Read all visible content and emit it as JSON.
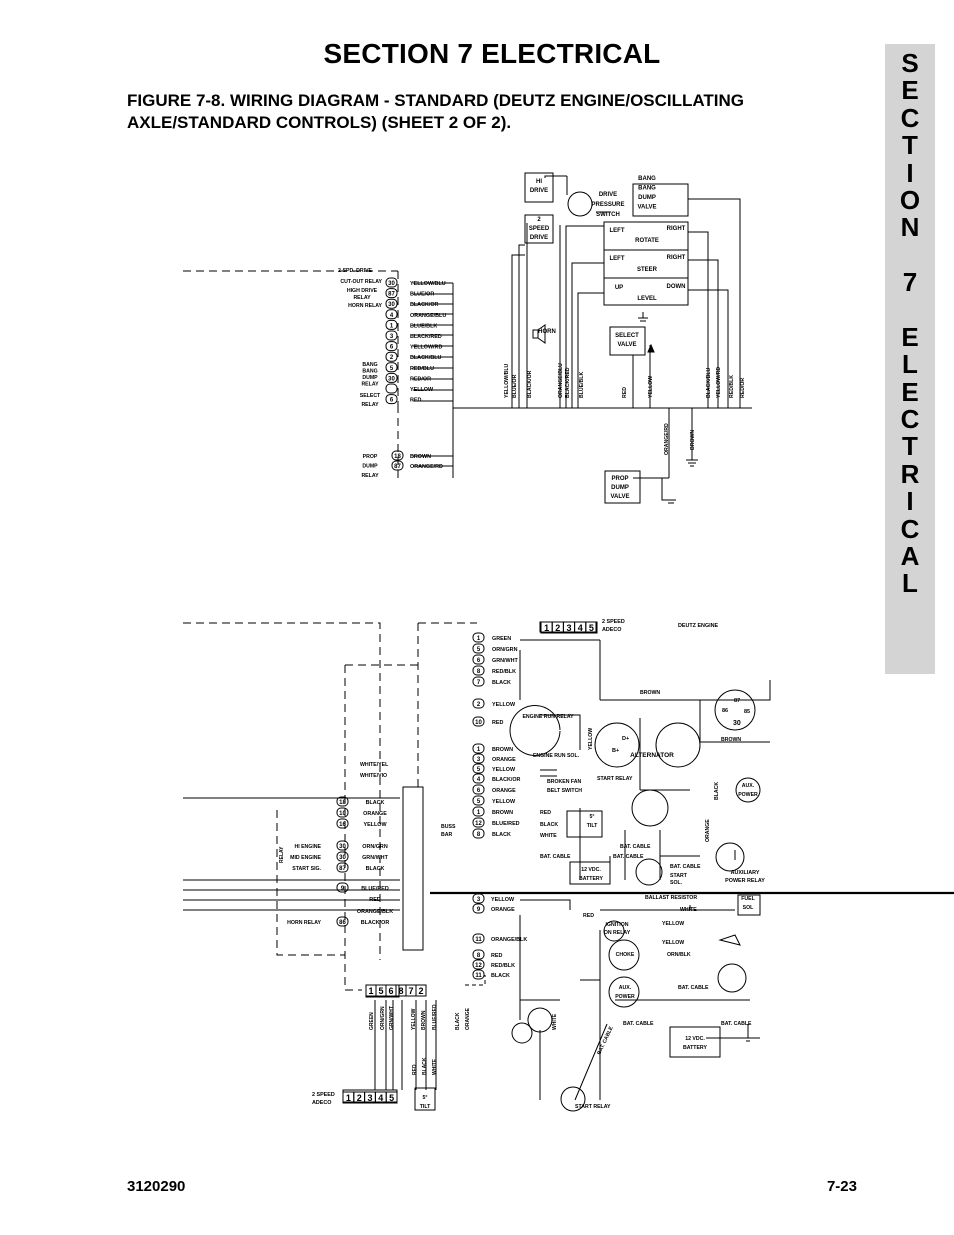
{
  "header": {
    "section_title": "SECTION 7  ELECTRICAL",
    "figure_caption_line1": "FIGURE 7-8.    WIRING DIAGRAM - STANDARD (DEUTZ ENGINE/OSCILLATING",
    "figure_caption_line2": "AXLE/STANDARD CONTROLS) (SHEET 2 OF 2)."
  },
  "side_tab": {
    "letters": [
      "S",
      "E",
      "C",
      "T",
      "I",
      "O",
      "N",
      "",
      "7",
      "",
      "E",
      "L",
      "E",
      "C",
      "T",
      "R",
      "I",
      "C",
      "A",
      "L"
    ]
  },
  "footer": {
    "doc_number": "3120290",
    "page_number": "7-23"
  },
  "diagram": {
    "components": {
      "hi_drive": [
        "HI",
        "DRIVE"
      ],
      "drive_pressure_switch": [
        "DRIVE",
        "PRESSURE",
        "SWITCH"
      ],
      "bang_bang": [
        "BANG",
        "BANG",
        "DUMP",
        "VALVE"
      ],
      "two_speed_drive": [
        "2",
        "SPEED",
        "DRIVE"
      ],
      "left": "LEFT",
      "right": "RIGHT",
      "rotate": "ROTATE",
      "steer": "STEER",
      "up": "UP",
      "down": "DOWN",
      "level": "LEVEL",
      "horn": "HORN",
      "select_valve": [
        "SELECT",
        "VALVE"
      ],
      "prop_dump_valve": [
        "PROP",
        "DUMP",
        "VALVE"
      ]
    },
    "relay_labels": {
      "two_spd_drive": "2-SPD. DRIVE",
      "cutout_relay": "CUT-OUT RELAY",
      "high_drive_relay": [
        "HIGH DRIVE",
        "RELAY"
      ],
      "horn_relay": "HORN RELAY",
      "bang_bang_dump_relay": [
        "BANG",
        "BANG",
        "DUMP",
        "RELAY"
      ],
      "select_relay": [
        "SELECT",
        "RELAY"
      ],
      "prop_dump_relay": [
        "PROP",
        "DUMP",
        "RELAY"
      ]
    },
    "upper_terminals": [
      {
        "num": "30",
        "wire": "YELLOW/BLU"
      },
      {
        "num": "87",
        "wire": "BLUE/OR"
      },
      {
        "num": "30",
        "wire": "BLACK/OR"
      },
      {
        "num": "4",
        "wire": "ORANGE/BLU"
      },
      {
        "num": "1",
        "wire": "BLUE/BLK"
      },
      {
        "num": "3",
        "wire": "BLACK/RED"
      },
      {
        "num": "6",
        "wire": "YELLOW/RD"
      },
      {
        "num": "2",
        "wire": "BLACK/BLU"
      },
      {
        "num": "5",
        "wire": "RED/BLU"
      },
      {
        "num": "30",
        "wire": "RED/OR"
      },
      {
        "num": "",
        "wire": "YELLOW"
      },
      {
        "num": "6",
        "wire": "RED"
      }
    ],
    "prop_terminals": [
      {
        "num": "18",
        "wire": "BROWN"
      },
      {
        "num": "87",
        "wire": "ORANGE/RD"
      }
    ],
    "vertical_wires_upper": [
      "YELLOW/BLU",
      "BLUE/OR",
      "BLACK/OR",
      "ORANGE/BLU",
      "BLACK/RED",
      "BLUE/BLK",
      "RED",
      "YELLOW",
      "BLACK/BLU",
      "YELLOW/RD",
      "RED/BLK",
      "RED/OR"
    ],
    "vertical_wires_mid": [
      "ORANGE/RD",
      "BROWN"
    ],
    "adeco_top": {
      "digits": [
        "1",
        "2",
        "3",
        "4",
        "5"
      ],
      "label": [
        "2 SPEED",
        "ADECO"
      ]
    },
    "deutz_engine": "DEUTZ ENGINE",
    "harness_terminals": [
      {
        "num": "1",
        "wire": "GREEN"
      },
      {
        "num": "5",
        "wire": "ORN/GRN"
      },
      {
        "num": "6",
        "wire": "GRN/WHT"
      },
      {
        "num": "8",
        "wire": "RED/BLK"
      },
      {
        "num": "7",
        "wire": "BLACK"
      },
      {
        "num": "2",
        "wire": "YELLOW"
      },
      {
        "num": "10",
        "wire": "RED"
      },
      {
        "num": "1",
        "wire": "BROWN"
      },
      {
        "num": "3",
        "wire": "ORANGE"
      },
      {
        "num": "5",
        "wire": "YELLOW"
      },
      {
        "num": "4",
        "wire": "BLACK/OR"
      },
      {
        "num": "6",
        "wire": "ORANGE"
      },
      {
        "num": "5",
        "wire": "YELLOW"
      },
      {
        "num": "1",
        "wire": "BROWN"
      },
      {
        "num": "12",
        "wire": "BLUE/RED"
      },
      {
        "num": "8",
        "wire": "BLACK"
      }
    ],
    "engine_labels": {
      "engine_run_relay": "ENGINE RUN RELAY",
      "engine_run_sol": "ENGINE RUN SOL.",
      "alternator": "ALTERNATOR",
      "broken_fan": [
        "BROKEN FAN",
        "BELT SWITCH"
      ],
      "start_relay": "START RELAY",
      "aux_power": [
        "AUX.",
        "POWER"
      ],
      "tilt": [
        "5°",
        "TILT"
      ],
      "battery": [
        "12 VDC.",
        "BATTERY"
      ],
      "bat_cable": "BAT. CABLE",
      "start_sol": [
        "START",
        "SOL."
      ],
      "aux_power_relay": [
        "AUXILIARY",
        "POWER RELAY"
      ],
      "brown": "BROWN",
      "red_arrow": "RED",
      "black_arrow": "BLACK",
      "white_arrow": "WHITE",
      "yellow_v": "YELLOW",
      "black_v": "BLACK",
      "orange_v": "ORANGE"
    },
    "relay_contacts": [
      "87",
      "86",
      "85",
      "30",
      "B+",
      "D+"
    ],
    "buss_bar": [
      "BUSS",
      "BAR"
    ],
    "left_labels": [
      {
        "num": "18",
        "wire": "BLACK"
      },
      {
        "num": "10",
        "wire": "ORANGE"
      },
      {
        "num": "16",
        "wire": "YELLOW"
      },
      {
        "num": "30",
        "wire": "ORN/GRN",
        "label": "HI ENGINE"
      },
      {
        "num": "30",
        "wire": "GRN/WHT",
        "label": "MID ENGINE"
      },
      {
        "num": "87",
        "wire": "BLACK",
        "label": "START SIG."
      },
      {
        "num": "9",
        "wire": "BLUE/RED"
      },
      {
        "num": "",
        "wire": "RED"
      },
      {
        "num": "",
        "wire": "ORANGE/BLK"
      },
      {
        "num": "86",
        "wire": "BLACK/OR",
        "label": "HORN RELAY"
      }
    ],
    "relay_vertical": "RELAY",
    "white_yel": "WHITE/YEL",
    "white_vio": "WHITE/VIO",
    "lower_right_terminals": [
      {
        "num": "3",
        "wire": "YELLOW"
      },
      {
        "num": "9",
        "wire": "ORANGE"
      },
      {
        "num": "11",
        "wire": "ORANGE/BLK"
      },
      {
        "num": "8",
        "wire": "RED"
      },
      {
        "num": "12",
        "wire": "RED/BLK"
      },
      {
        "num": "11",
        "wire": "BLACK"
      }
    ],
    "lower_labels": {
      "ballast_resistor": "BALLAST RESISTOR",
      "white": "WHITE",
      "fuel_sol": [
        "FUEL",
        "SOL"
      ],
      "ignition": [
        "IGNITION",
        "ON RELAY"
      ],
      "yellow": "YELLOW",
      "choke": "CHOKE",
      "orn_blk": "ORN/BLK",
      "aux_power": [
        "AUX.",
        "POWER"
      ],
      "bat_cable": "BAT. CABLE",
      "battery": [
        "12 VDC.",
        "BATTERY"
      ],
      "start_relay": "START RELAY",
      "red": "RED"
    },
    "bottom_connector": {
      "digits": [
        "1",
        "5",
        "6",
        "8",
        "7",
        "2"
      ]
    },
    "bottom_vertical_wires": [
      "GREEN",
      "ORN/GRN",
      "GRN/WHT",
      "YELLOW",
      "BROWN",
      "BLUE/RED",
      "BLACK",
      "ORANGE",
      "WHITE"
    ],
    "bottom_wires2": [
      "RED",
      "BLACK",
      "WHITE"
    ],
    "adeco_bottom": {
      "digits": [
        "1",
        "2",
        "3",
        "4",
        "5"
      ],
      "label": [
        "2 SPEED",
        "ADECO"
      ]
    },
    "tilt_bottom": [
      "5°",
      "TILT"
    ]
  }
}
